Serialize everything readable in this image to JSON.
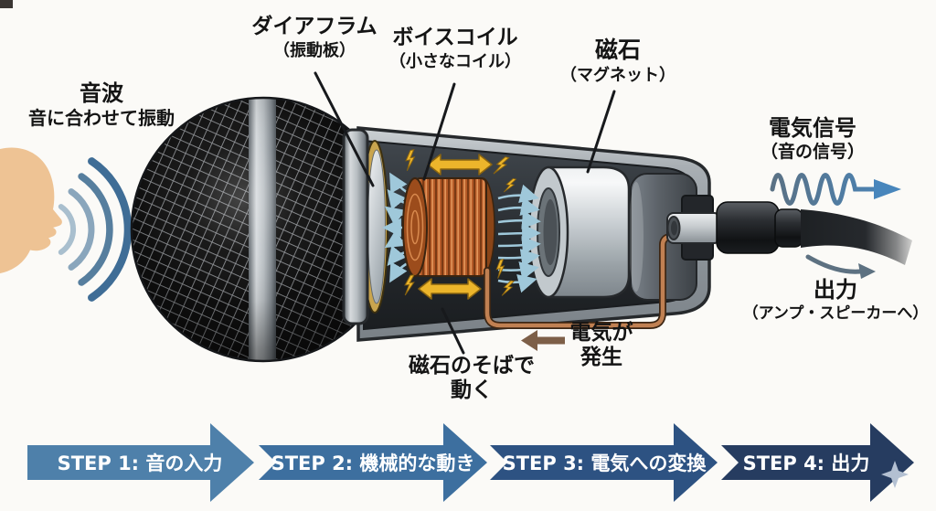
{
  "diagram_subject": "dynamic-microphone-cutaway",
  "labels": {
    "sound_wave": {
      "title": "音波",
      "subtitle": "音に合わせて振動"
    },
    "diaphragm": {
      "title": "ダイアフラム",
      "subtitle": "（振動板）"
    },
    "voice_coil": {
      "title": "ボイスコイル",
      "subtitle": "（小さなコイル）"
    },
    "magnet": {
      "title": "磁石",
      "subtitle": "（マグネット）"
    },
    "electric_signal": {
      "title": "電気信号",
      "subtitle": "（音の信号）"
    },
    "output": {
      "title": "出力",
      "subtitle": "（アンプ・スピーカーへ）"
    },
    "coil_motion": {
      "line1": "磁石のそばで",
      "line2": "動く"
    },
    "electricity": {
      "line1": "電気が",
      "line2": "発生"
    }
  },
  "steps": [
    {
      "label": "STEP 1: 音の入力",
      "color": "#4e80aa"
    },
    {
      "label": "STEP 2: 機械的な動き",
      "color": "#3d6f9f"
    },
    {
      "label": "STEP 3: 電気への変換",
      "color": "#2d5282"
    },
    {
      "label": "STEP 4: 出力",
      "color": "#263c60"
    }
  ],
  "colors": {
    "background": "#fbfaf7",
    "skin": "#eec394",
    "sound_arc_inner": "#a9bfce",
    "sound_arc_2": "#8aa6bc",
    "sound_arc_3": "#567e9e",
    "sound_arc_outer": "#3f6d96",
    "coil_copper": "#b55b28",
    "gold_ring": "#c9a54e",
    "field_line_blue": "#9fc8da",
    "motion_arrow_yellow": "#ecb52b",
    "signal_wave_blue": "#4886bc",
    "electricity_arrow_brown": "#7d5f48",
    "step4_sparkle": "#b3c0d2",
    "label_text": "#141414"
  }
}
